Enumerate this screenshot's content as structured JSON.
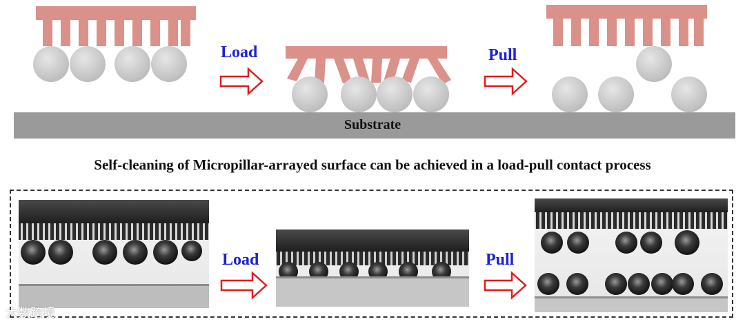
{
  "top": {
    "load_label": "Load",
    "pull_label": "Pull",
    "substrate_label": "Substrate"
  },
  "subtitle": "Self-cleaning of Micropillar-arrayed surface can be achieved in a load-pull contact process",
  "bottom": {
    "load_label": "Load",
    "pull_label": "Pull"
  },
  "watermark": "大数跨境",
  "colors": {
    "pillar": "#d9918a",
    "sphere": "#cfcfcf",
    "substrate": "#9a9a9a",
    "arrow": "#e31b1b",
    "label": "#1a22d6"
  }
}
